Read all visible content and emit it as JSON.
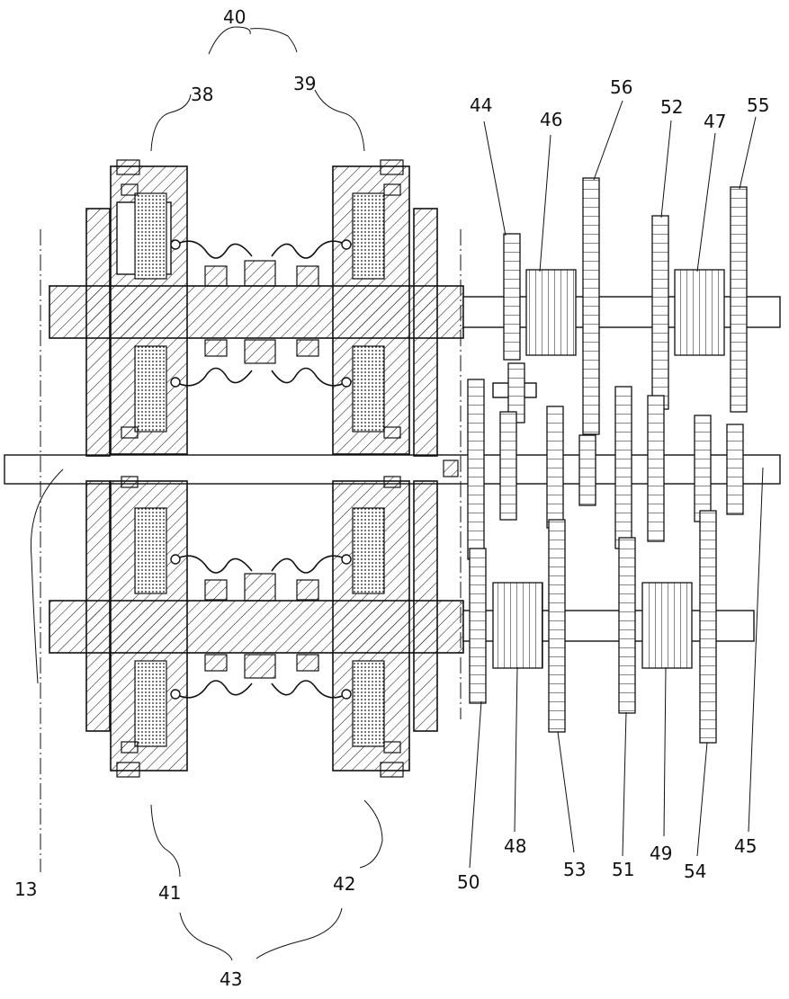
{
  "labels": {
    "l40": "40",
    "l38": "38",
    "l39": "39",
    "l44": "44",
    "l46": "46",
    "l56": "56",
    "l52": "52",
    "l47": "47",
    "l55": "55",
    "l13": "13",
    "l41": "41",
    "l42": "42",
    "l43": "43",
    "l50": "50",
    "l48": "48",
    "l53": "53",
    "l51": "51",
    "l49": "49",
    "l54": "54",
    "l45": "45"
  },
  "colors": {
    "line": "#111111",
    "background": "#ffffff"
  }
}
